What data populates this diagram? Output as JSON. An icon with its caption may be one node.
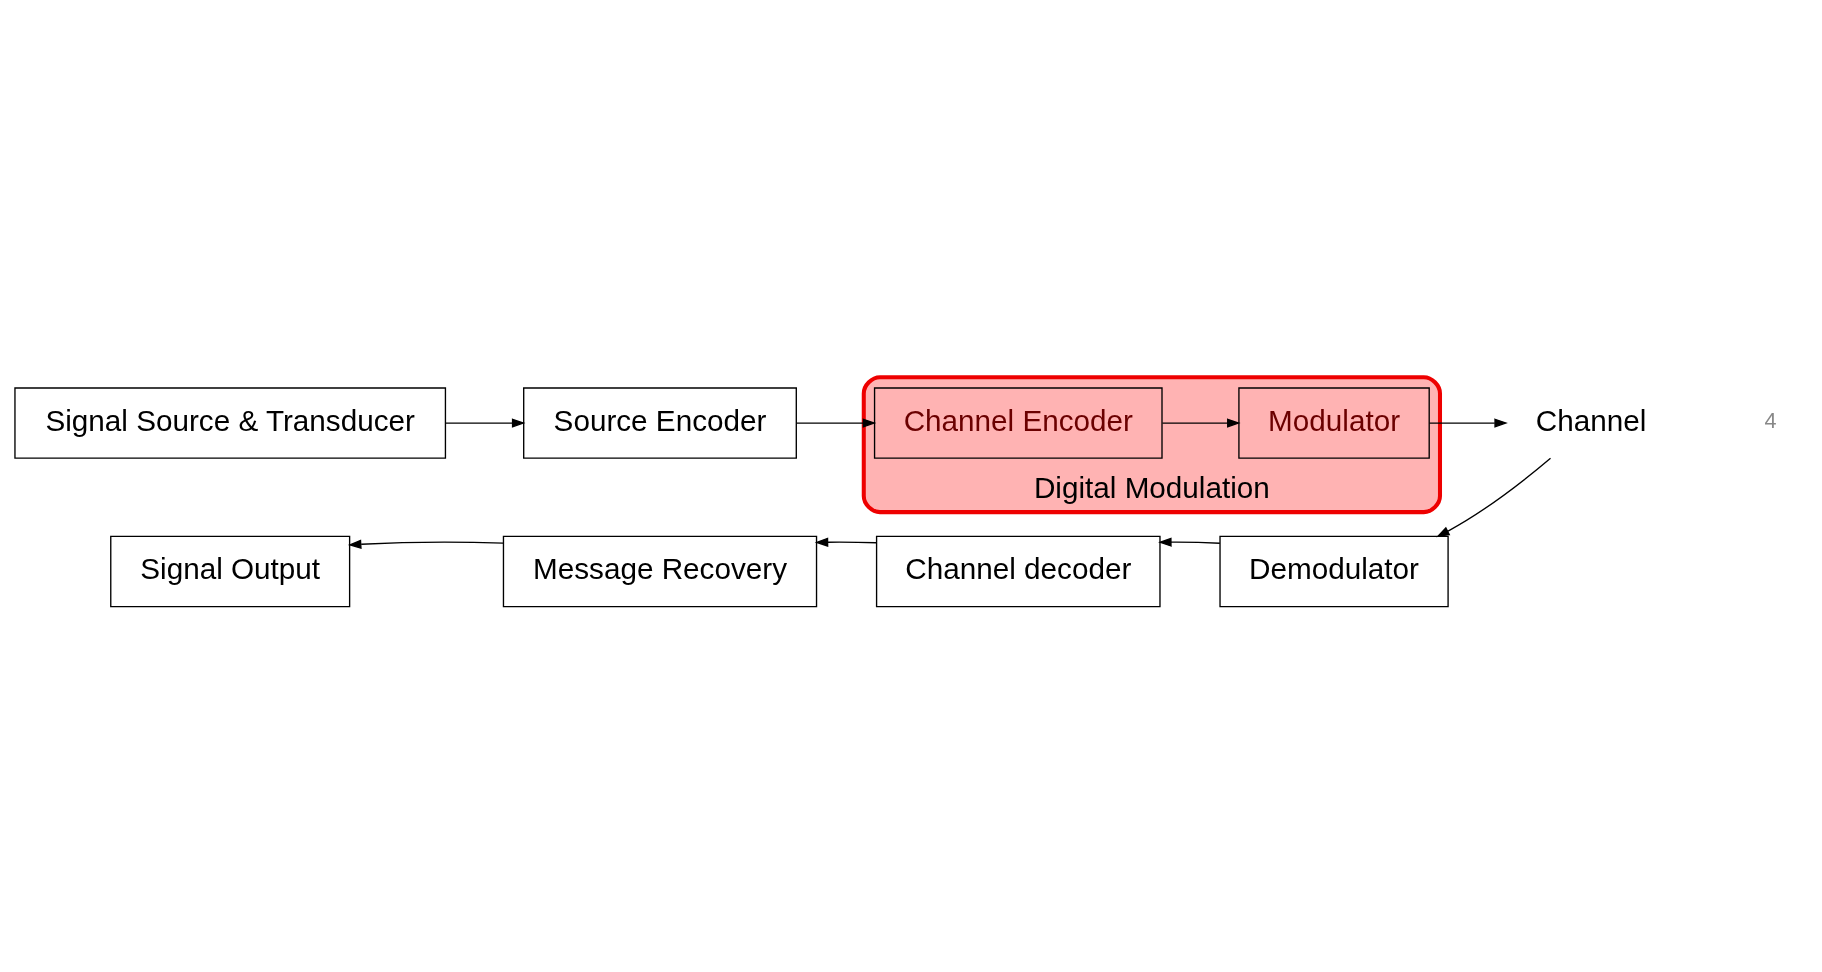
{
  "diagram": {
    "nodes": [
      {
        "text": [
          "Signal Source & Transducer"
        ]
      },
      {
        "text": [
          "Source Encoder"
        ]
      },
      {
        "text": [
          "Digital Modulation"
        ]
      },
      {
        "text": [
          "Channel Encoder"
        ],
        "in": 2
      },
      {
        "text": [
          "Modulator"
        ],
        "in": 2
      },
      {
        "text": [
          "Channel"
        ]
      },
      {
        "text": [
          "Demodulator"
        ]
      },
      {
        "text": [
          "Channel decoder"
        ]
      },
      {
        "text": [
          "Message Recovery"
        ]
      },
      {
        "text": [
          "Signal Output"
        ]
      }
    ],
    "edges": [
      {
        "from": 0,
        "to": 1,
        "arrow": "to"
      },
      {
        "from": 1,
        "to": 3,
        "arrow": "to"
      },
      {
        "from": 3,
        "to": 4,
        "arrow": "to"
      },
      {
        "from": 4,
        "to": 5,
        "arrow": "to"
      },
      {
        "from": 5,
        "to": 6,
        "arrow": "to"
      },
      {
        "from": 6,
        "to": 7,
        "arrow": "to"
      },
      {
        "from": 7,
        "to": 8,
        "arrow": "to"
      },
      {
        "from": 8,
        "to": 9,
        "arrow": "to"
      }
    ],
    "labels": [
      "4"
    ]
  }
}
